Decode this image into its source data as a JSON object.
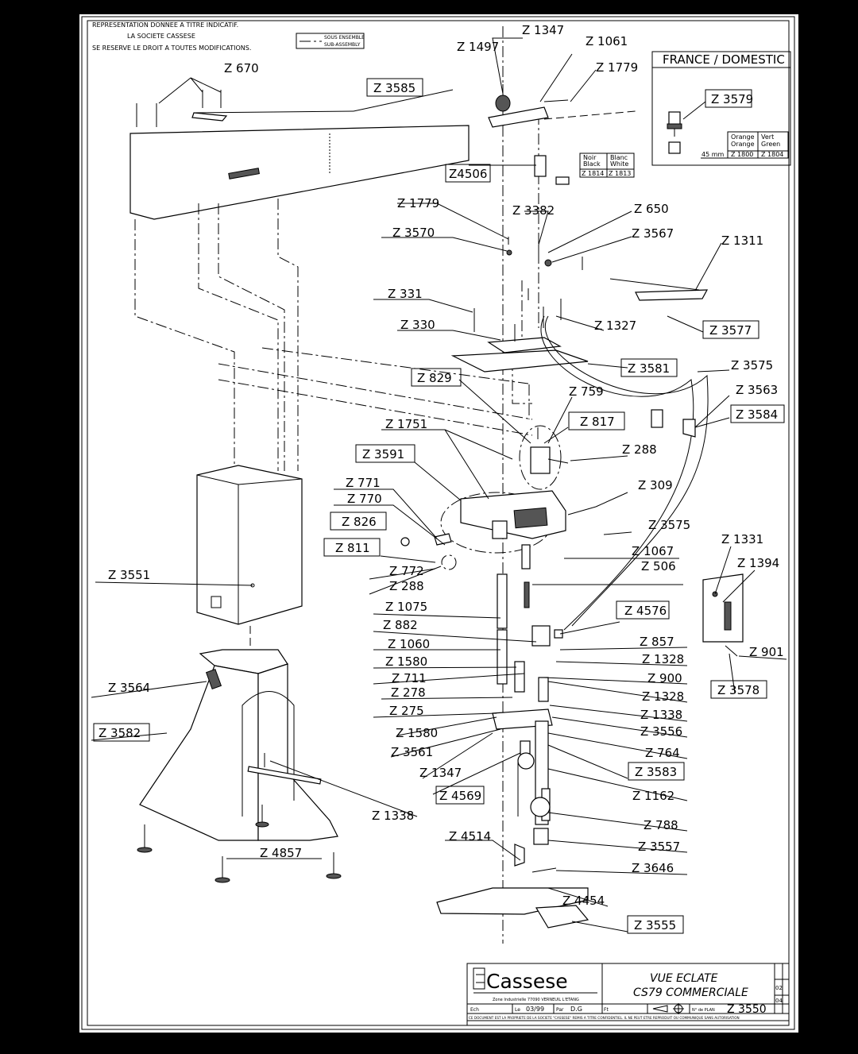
{
  "notice": {
    "line1": "REPRESENTATION DONNEE A TITRE INDICATIF.",
    "line2": "LA SOCIETE CASSESE",
    "line3": "SE RESERVE LE DROIT A TOUTES MODIFICATIONS."
  },
  "legend": {
    "fr": "SOUS ENSEMBLE",
    "en": "SUB-ASSEMBLY"
  },
  "inset": {
    "title": "FRANCE / DOMESTIC",
    "part": "Z 3579",
    "dimension": "45 mm",
    "col1_fr": "Orange",
    "col1_en": "Orange",
    "col1_ref": "Z 1800",
    "col2_fr": "Vert",
    "col2_en": "Green",
    "col2_ref": "Z 1804"
  },
  "color_table": {
    "col1_fr": "Noir",
    "col1_en": "Black",
    "col1_ref": "Z 1814",
    "col2_fr": "Blanc",
    "col2_en": "White",
    "col2_ref": "Z 1813"
  },
  "labels": [
    "Z 670",
    "Z 3585",
    "Z 1347",
    "Z 1497",
    "Z 1061",
    "Z 1779",
    "Z4506",
    "Z 1779",
    "Z 3382",
    "Z 650",
    "Z 3570",
    "Z 3567",
    "Z 1311",
    "Z 331",
    "Z 330",
    "Z 1327",
    "Z 3577",
    "Z 3581",
    "Z 3575",
    "Z 829",
    "Z 759",
    "Z 3563",
    "Z 3584",
    "Z 817",
    "Z 1751",
    "Z 288",
    "Z 3591",
    "Z 309",
    "Z 771",
    "Z 770",
    "Z 3575",
    "Z 826",
    "Z 1331",
    "Z 811",
    "Z 1067",
    "Z 1394",
    "Z 3551",
    "Z 506",
    "Z 772",
    "Z 288",
    "Z 4576",
    "Z 1075",
    "Z 882",
    "Z 857",
    "Z 1060",
    "Z 1328",
    "Z 901",
    "Z 1580",
    "Z 900",
    "Z 711",
    "Z 3578",
    "Z 3564",
    "Z 278",
    "Z 1328",
    "Z 275",
    "Z 1338",
    "Z 1580",
    "Z 3556",
    "Z 3582",
    "Z 3561",
    "Z 764",
    "Z 1347",
    "Z 3583",
    "Z 4569",
    "Z 1162",
    "Z 1338",
    "Z 788",
    "Z 4514",
    "Z 3557",
    "Z 4857",
    "Z 3646",
    "Z 4454",
    "Z 3555"
  ],
  "title_block": {
    "company": "Cassese",
    "address": "Zone Industrielle 77090 VERNEUIL L'ETANG",
    "title_line1": "VUE ECLATE",
    "title_line2": "CS79 COMMERCIALE",
    "rev_a": "02",
    "rev_b": "04",
    "ech_label": "Ech",
    "date_label": "Le",
    "date": "03/99",
    "by_label": "Par",
    "by": "D.G",
    "format_label": "Ft",
    "plan_label": "N° de PLAN",
    "plan_number": "Z 3550",
    "confidential": "CE DOCUMENT EST LA PROPRIETE DE LA SOCIETE \"CASSESE\" REMIS A TITRE CONFIDENTIEL. IL NE PEUT ETRE REPRODUIT OU COMMUNIQUE SANS AUTORISATION"
  }
}
